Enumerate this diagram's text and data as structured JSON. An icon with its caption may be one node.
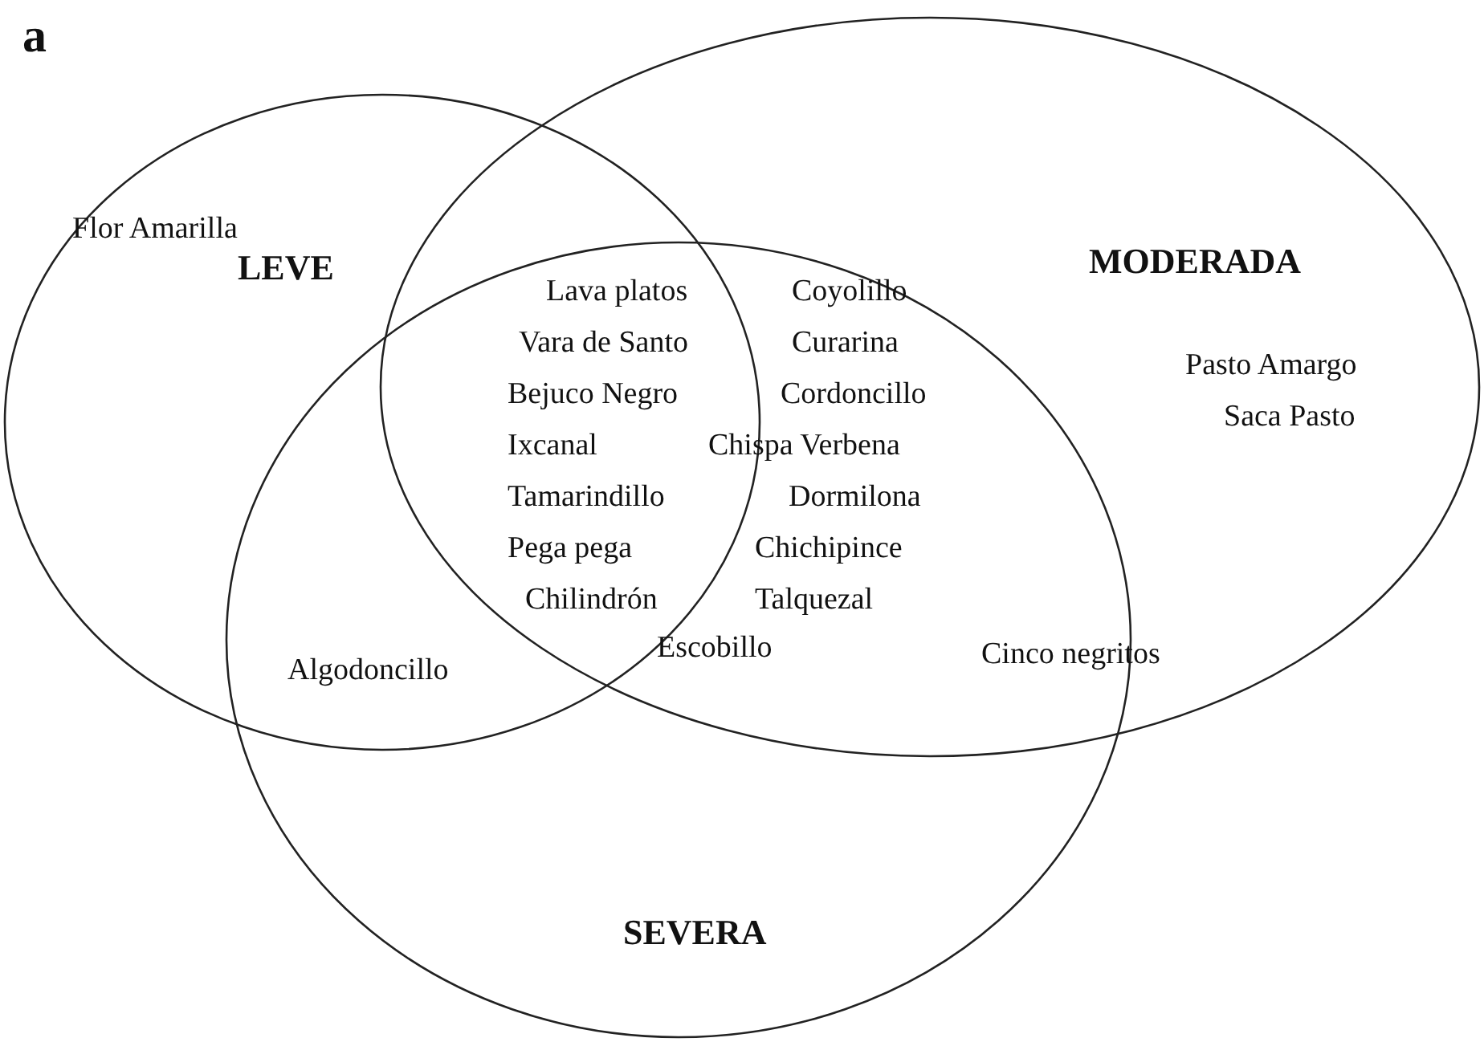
{
  "diagram": {
    "nodes": [
      {
        "text": [
          "LEVE"
        ]
      },
      {
        "text": [
          "MODERADA"
        ]
      },
      {
        "text": [
          "SEVERA"
        ]
      }
    ],
    "labels": [
      "a",
      "Flor Amarilla",
      "Lava platos",
      "Coyolillo",
      "Vara de Santo",
      "Curarina",
      "Bejuco Negro",
      "Cordoncillo",
      "Ixcanal",
      "Chispa Verbena",
      "Tamarindillo",
      "Dormilona",
      "Pega pega",
      "Chichipince",
      "Chilindrón",
      "Talquezal",
      "Escobillo",
      "Pasto Amargo",
      "Saca Pasto",
      "Algodoncillo",
      "Cinco negritos"
    ]
  }
}
